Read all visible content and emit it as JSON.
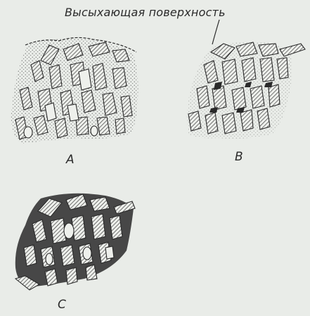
{
  "caption": "Высыхающая поверхность",
  "panels": {
    "a": {
      "label": "A"
    },
    "b": {
      "label": "B"
    },
    "c": {
      "label": "C"
    }
  },
  "colors": {
    "paper": "#e9ece8",
    "ink": "#2a2a2a"
  }
}
